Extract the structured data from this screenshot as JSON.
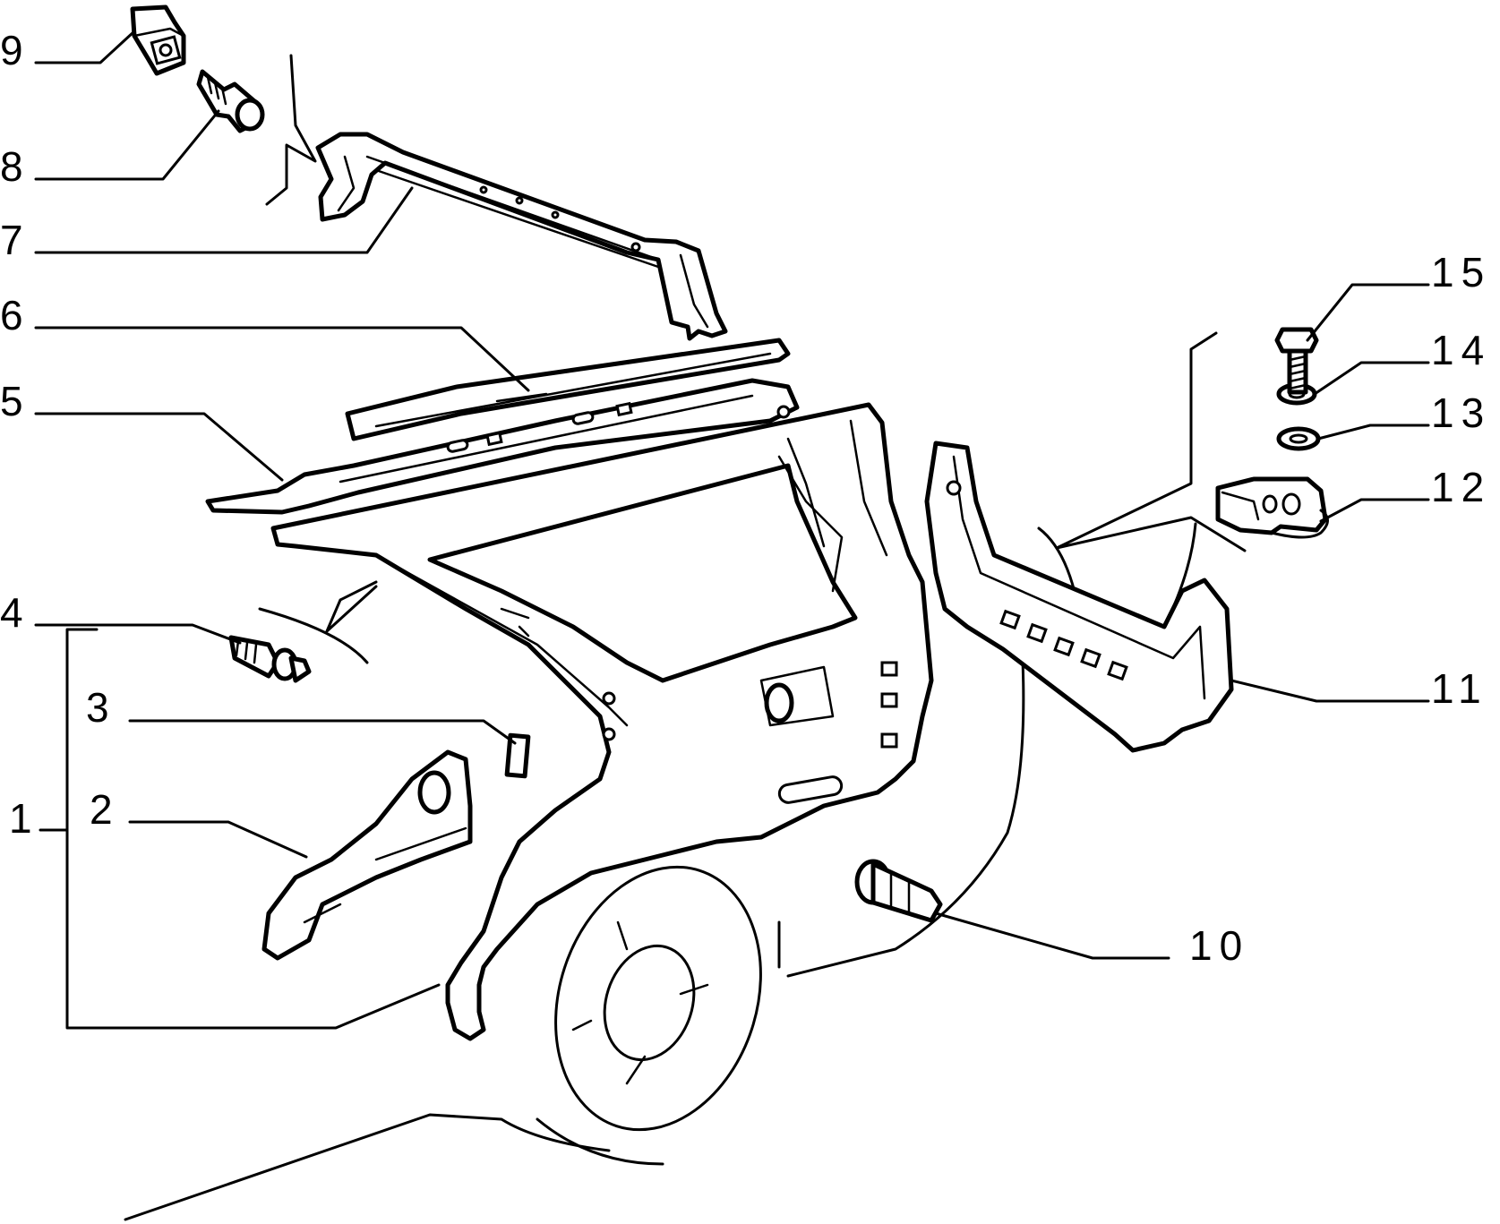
{
  "callouts": [
    {
      "id": "p1",
      "text": "1"
    },
    {
      "id": "p2",
      "text": "2"
    },
    {
      "id": "p3",
      "text": "3"
    },
    {
      "id": "p4",
      "text": "4"
    },
    {
      "id": "p5",
      "text": "5"
    },
    {
      "id": "p6",
      "text": "6"
    },
    {
      "id": "p7",
      "text": "7"
    },
    {
      "id": "p8",
      "text": "8"
    },
    {
      "id": "p9",
      "text": "9"
    },
    {
      "id": "p10",
      "text": "10"
    },
    {
      "id": "p11",
      "text": "11"
    },
    {
      "id": "p12",
      "text": "12"
    },
    {
      "id": "p13",
      "text": "13"
    },
    {
      "id": "p14",
      "text": "14"
    },
    {
      "id": "p15",
      "text": "15"
    }
  ]
}
